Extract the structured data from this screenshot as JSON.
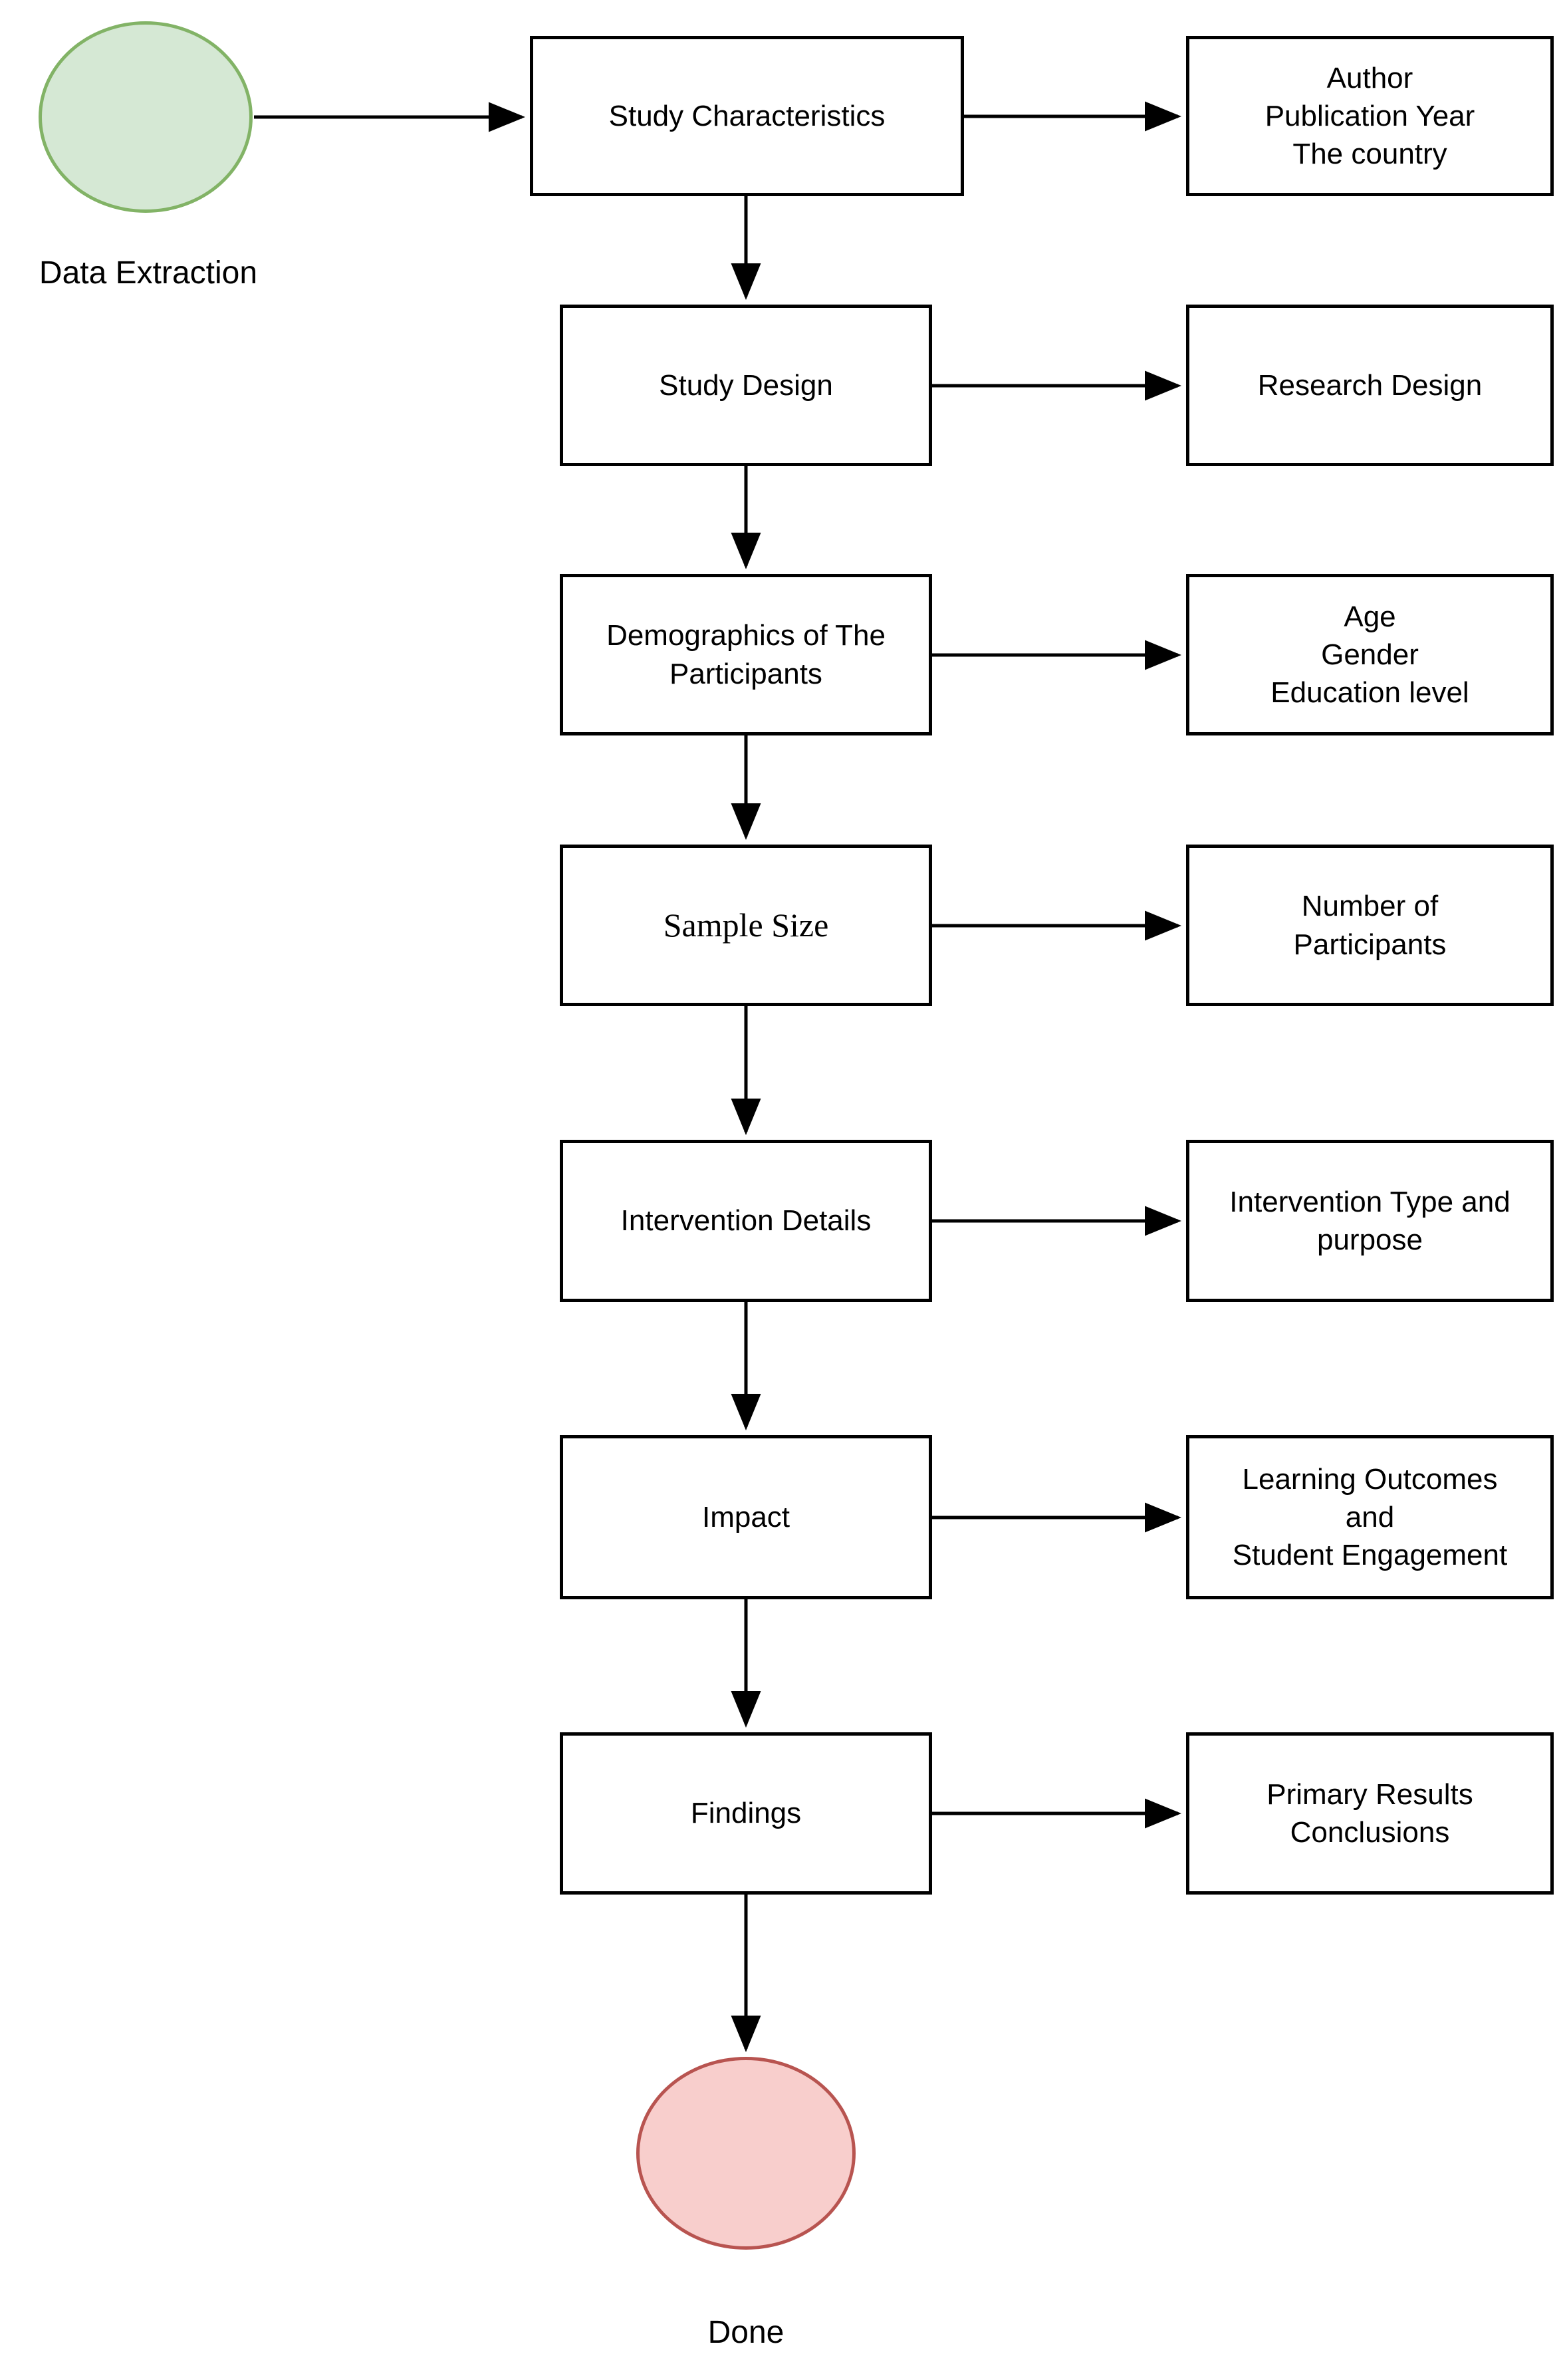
{
  "diagram": {
    "start": {
      "label": "Data Extraction"
    },
    "end": {
      "label": "Done"
    },
    "colors": {
      "start_fill": "#d5e8d4",
      "start_stroke": "#82b366",
      "end_fill": "#f8cecc",
      "end_stroke": "#b85450",
      "box_stroke": "#000000",
      "arrow": "#000000",
      "background": "#ffffff"
    },
    "rows": [
      {
        "step": "Study Characteristics",
        "detail": "Author\nPublication Year\nThe country"
      },
      {
        "step": "Study Design",
        "detail": "Research Design"
      },
      {
        "step": "Demographics of The\nParticipants",
        "detail": "Age\nGender\nEducation level"
      },
      {
        "step": "Sample Size",
        "detail": "Number of\nParticipants"
      },
      {
        "step": "Intervention Details",
        "detail": "Intervention Type and\npurpose"
      },
      {
        "step": "Impact",
        "detail": "Learning Outcomes\nand\nStudent Engagement"
      },
      {
        "step": "Findings",
        "detail": "Primary Results\nConclusions"
      }
    ]
  }
}
